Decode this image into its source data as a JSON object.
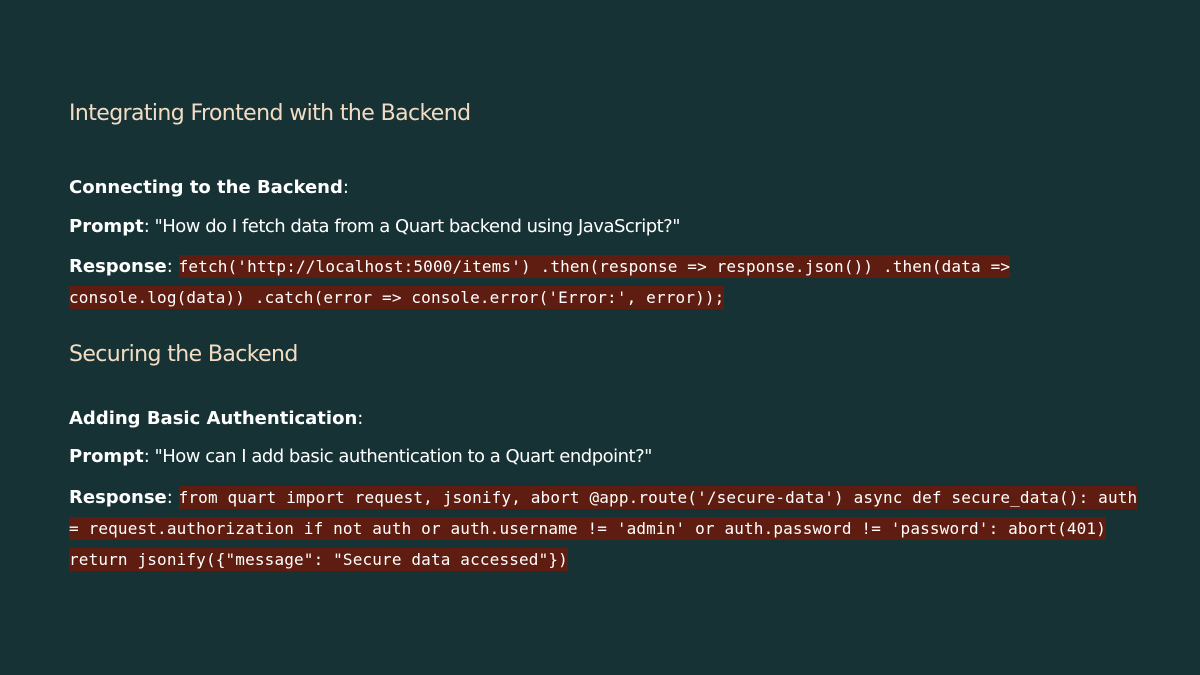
{
  "sections": [
    {
      "heading": "Integrating Frontend with the Backend",
      "topic": "Connecting to the Backend",
      "topic_suffix": ":",
      "prompt_label": "Prompt",
      "prompt_text": ": \"How do I fetch data from a Quart backend using JavaScript?\"",
      "response_label": "Response",
      "response_sep": ":",
      "response_code": "fetch('http://localhost:5000/items') .then(response => response.json()) .then(data => console.log(data)) .catch(error => console.error('Error:', error));"
    },
    {
      "heading": "Securing the Backend",
      "topic": "Adding Basic Authentication",
      "topic_suffix": ":",
      "prompt_label": "Prompt",
      "prompt_text": ": \"How can I add basic authentication to a Quart endpoint?\"",
      "response_label": "Response",
      "response_sep": ":",
      "response_code": "from quart import request, jsonify, abort @app.route('/secure-data') async def secure_data(): auth = request.authorization if not auth or auth.username != 'admin' or auth.password != 'password': abort(401) return jsonify({\"message\": \"Secure data accessed\"})"
    }
  ]
}
